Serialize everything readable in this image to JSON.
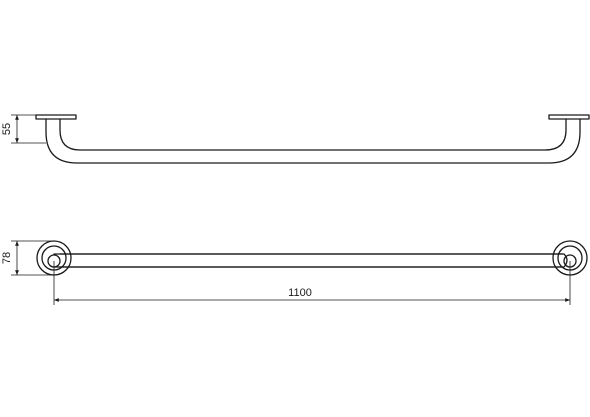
{
  "dimensions": {
    "side_height": "55",
    "top_depth": "78",
    "length": "1100"
  }
}
